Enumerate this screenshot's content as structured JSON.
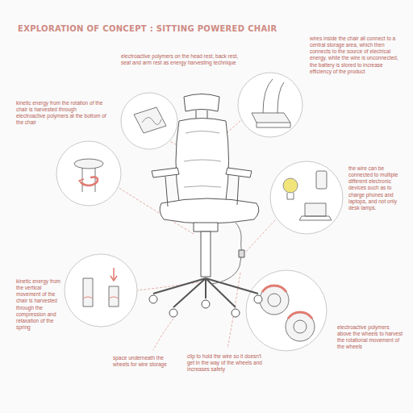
{
  "diagram": {
    "title": "EXPLORATION OF CONCEPT : SITTING POWERED CHAIR",
    "labels": [
      "electroactive polymers on the head rest, back rest, seat and arm rest as energy harvesting technique",
      "wires inside the chair all connect to a central storage area, which then connects to the source of electrical energy. while the wire is unconnected, the battery is stored to increase efficiency of the product",
      "kinetic energy from the rotation of the chair is harvested through electroactive polymers at the bottom of the chair",
      "the wire can be connected to multiple different electronic devices such as to charge phones and laptops, and not only desk lamps.",
      "kinetic energy from the vertical movement of the chair is harvested through the compression and relaxation of the spring",
      "space underneath the wheels for wire storage",
      "clip to hold the wire so it doesn't get in the way of the wheels and increases safety",
      "electroactive polymers above the wheels to harvest the rotational movement of the wheels"
    ]
  }
}
